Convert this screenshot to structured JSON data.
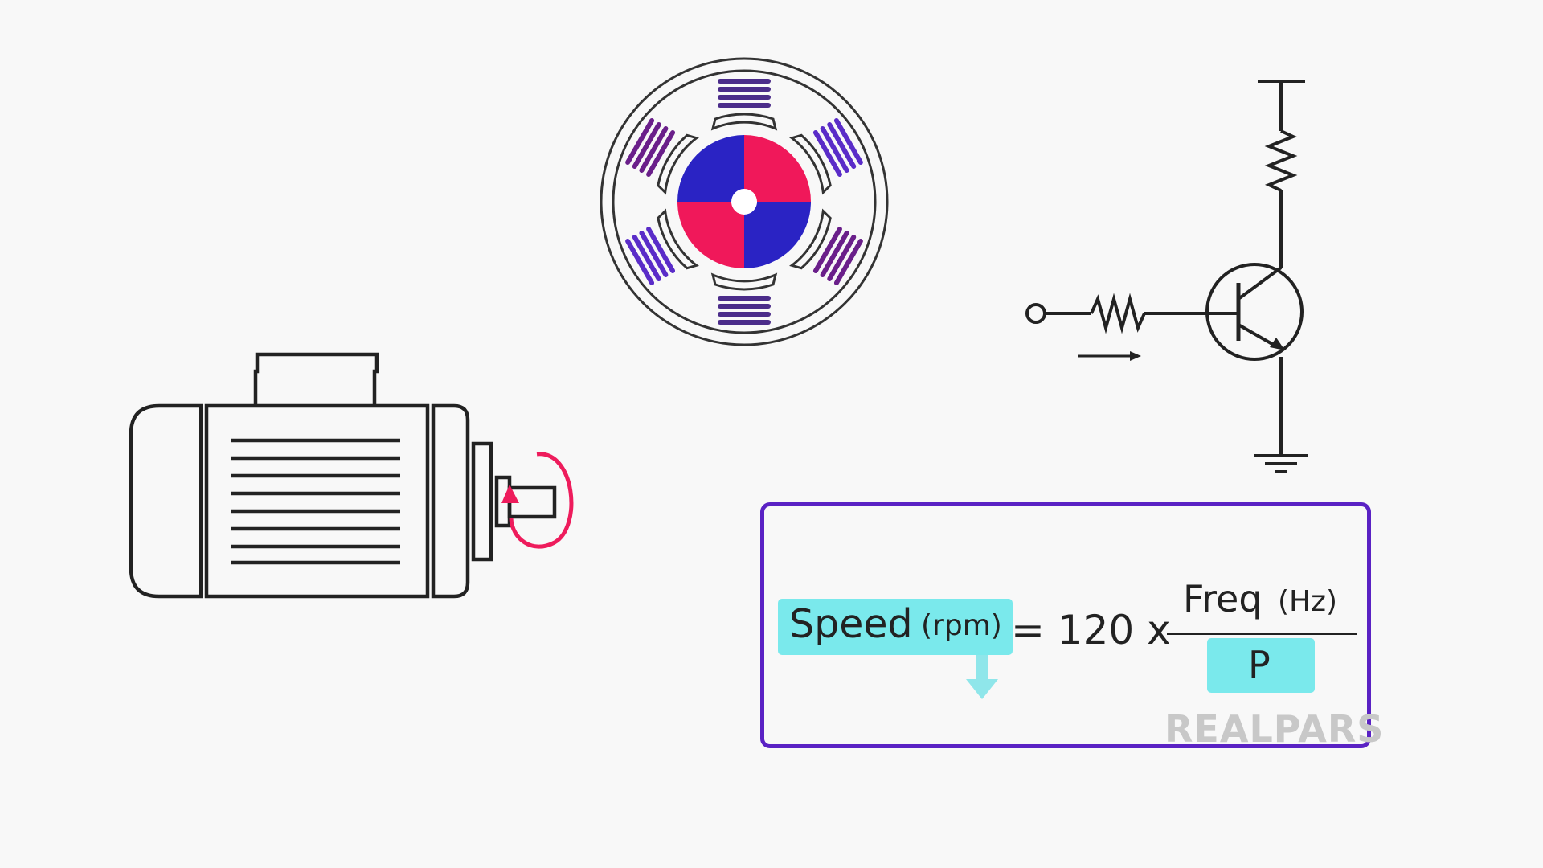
{
  "formula": {
    "speed_label": "Speed",
    "speed_unit": "(rpm)",
    "equals_part": "= 120 x",
    "freq_label": "Freq",
    "freq_unit": "(Hz)",
    "poles_label": "P"
  },
  "brand": {
    "name": "REALPARS"
  },
  "colors": {
    "box_border": "#5a22c4",
    "highlight": "#7ae9ec",
    "arrow_down": "#8fe6ea",
    "arrow_up": "#20d6c8",
    "rotation_arrow": "#ee1c5c",
    "rotor_red": "#f0185a",
    "rotor_blue": "#2a23c4",
    "coil_purple": "#6a1f8a",
    "coil_violet": "#5a2cc8"
  },
  "icons": {
    "motor": "electric-motor-icon",
    "rotation": "rotation-arrow-icon",
    "stator": "stator-rotor-icon",
    "transistor": "transistor-circuit-icon"
  }
}
